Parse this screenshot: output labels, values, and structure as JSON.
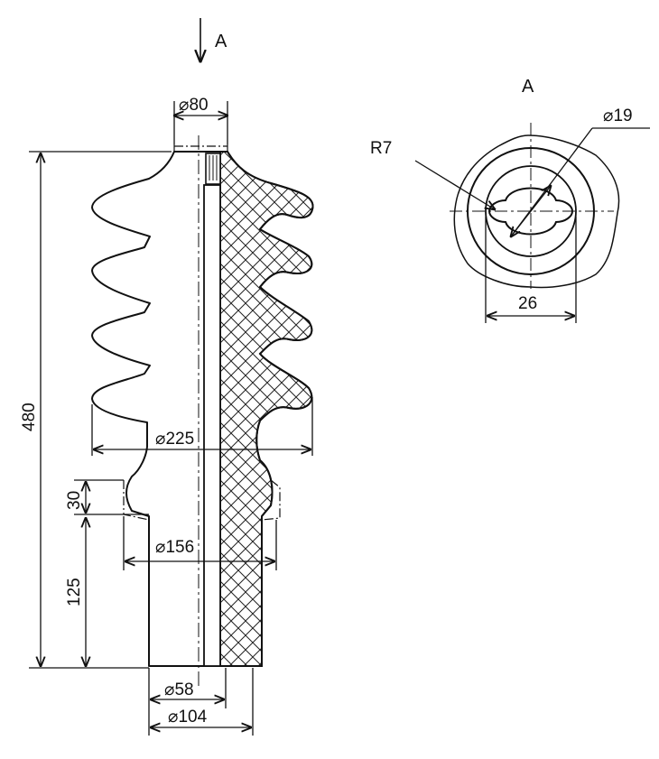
{
  "view_label": "A",
  "view_arrow_label": "A",
  "dimensions": {
    "top_diameter": "⌀80",
    "height_total": "480",
    "shed_diameter": "⌀225",
    "flange_height": "30",
    "flange_diameter": "⌀156",
    "base_height": "125",
    "bore_diameter": "⌀58",
    "base_diameter": "⌀104"
  },
  "section_view": {
    "radius_label": "R7",
    "hole_diameter": "⌀19",
    "width_label": "26"
  },
  "colors": {
    "line": "#111111",
    "body_fill": "#ffffff",
    "hatch": "#222222"
  }
}
